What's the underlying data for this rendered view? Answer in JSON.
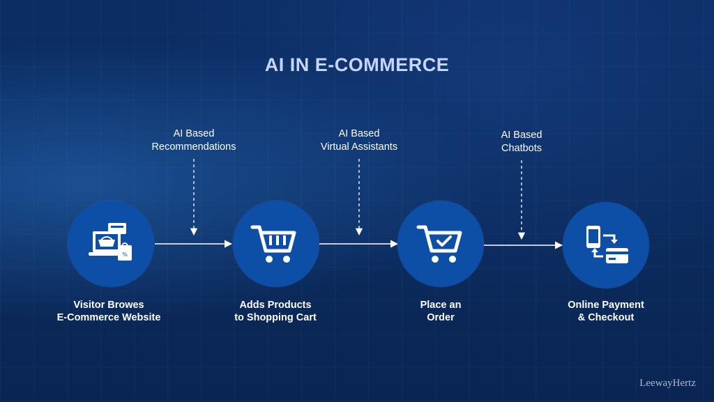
{
  "title": "AI IN E-COMMERCE",
  "steps": [
    {
      "line1": "Visitor Browes",
      "line2": "E-Commerce Website",
      "icon": "storefront-laptop-icon"
    },
    {
      "line1": "Adds Products",
      "line2": "to Shopping Cart",
      "icon": "shopping-cart-icon"
    },
    {
      "line1": "Place an",
      "line2": "Order",
      "icon": "cart-check-icon"
    },
    {
      "line1": "Online Payment",
      "line2": "& Checkout",
      "icon": "phone-card-payment-icon"
    }
  ],
  "ai_features": [
    {
      "line1": "AI Based",
      "line2": "Recommendations"
    },
    {
      "line1": "AI Based",
      "line2": "Virtual Assistants"
    },
    {
      "line1": "AI Based",
      "line2": "Chatbots"
    }
  ],
  "watermark": "LeewayHertz",
  "colors": {
    "background": "#0b2a5c",
    "circle": "#0d4ea6",
    "title": "#c7d6ff",
    "text": "#ffffff"
  }
}
